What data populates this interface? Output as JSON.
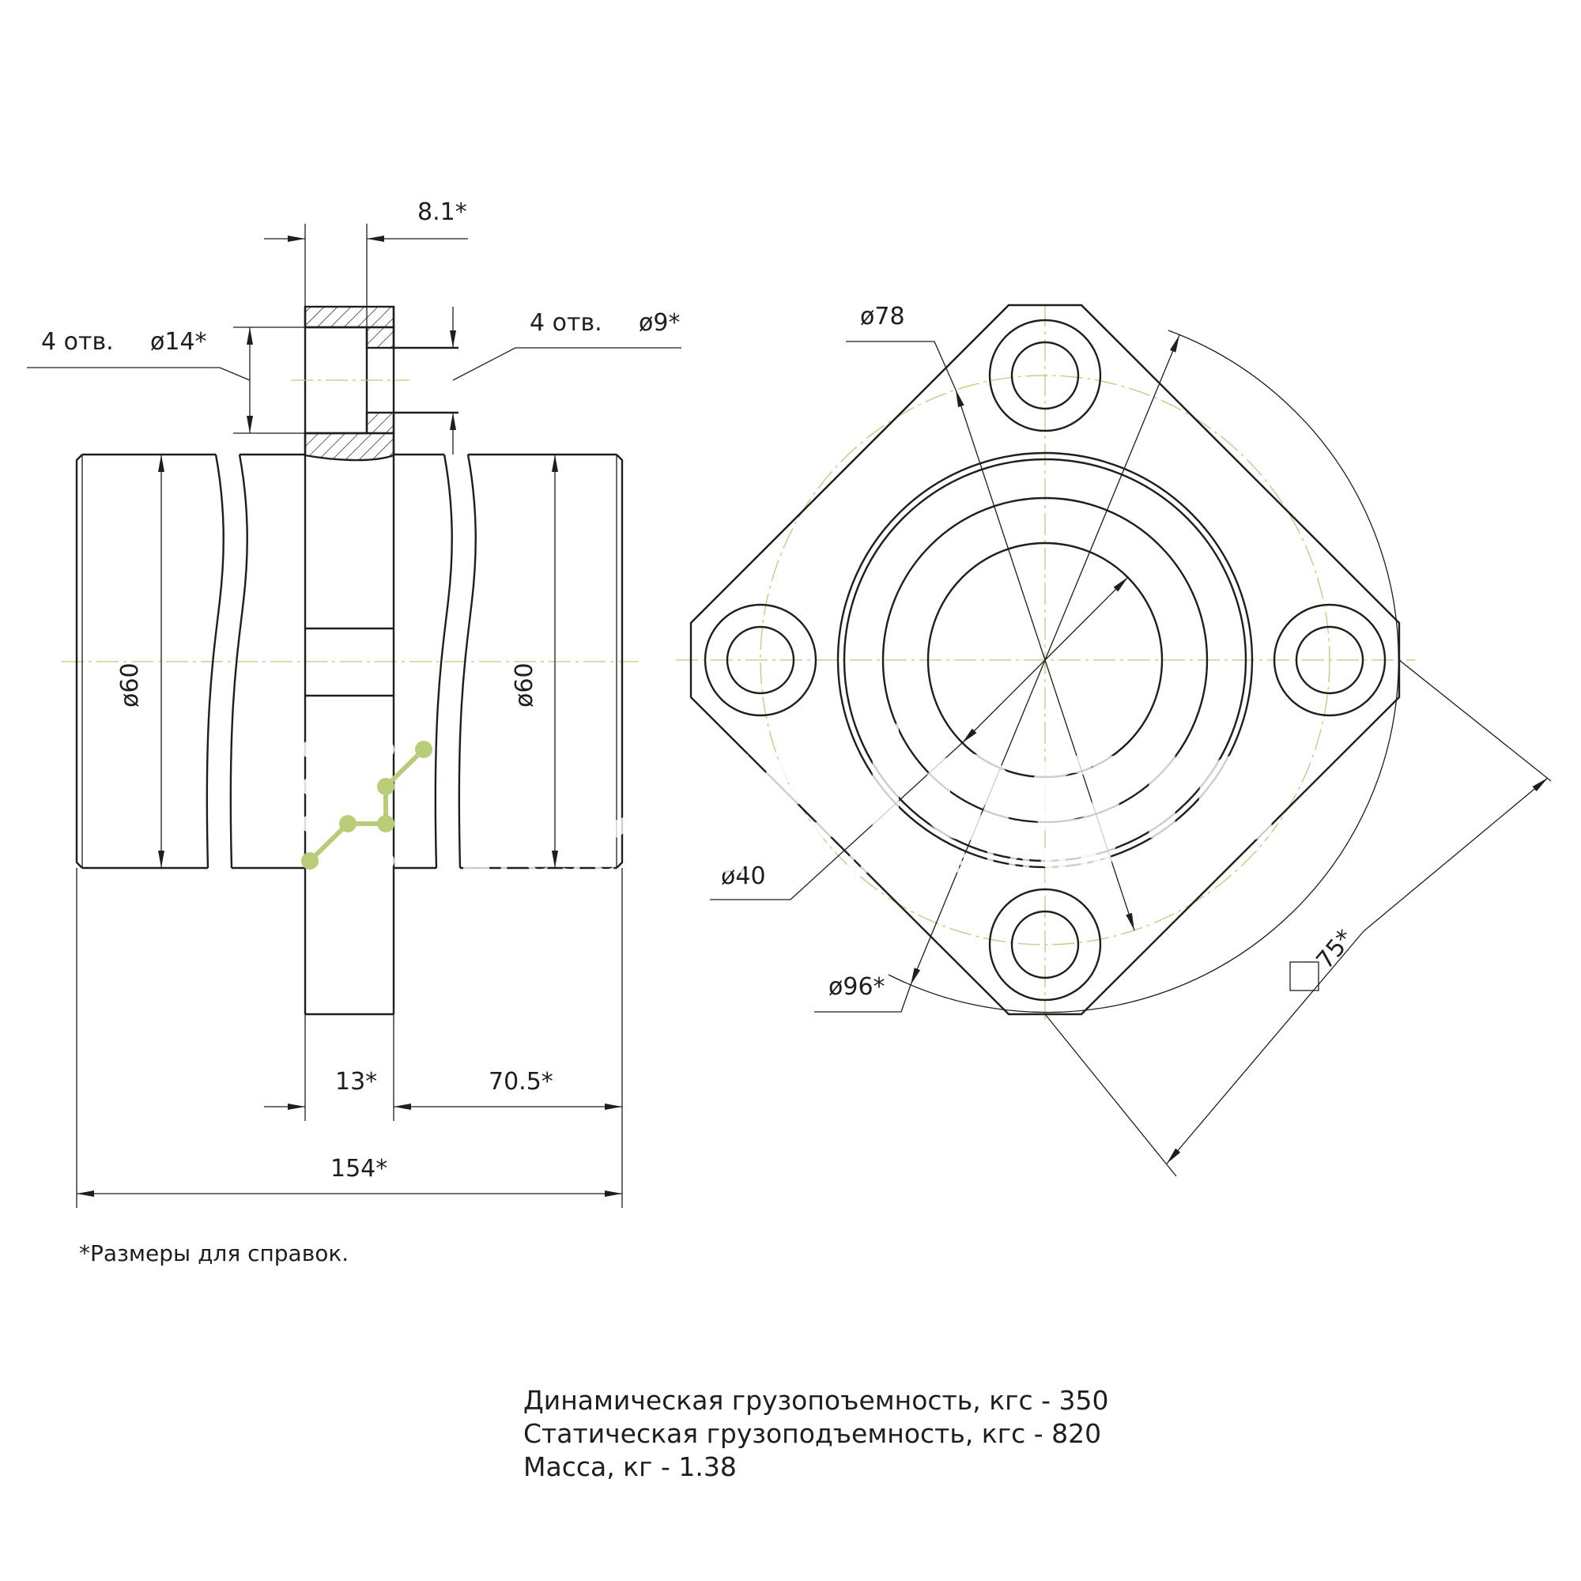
{
  "side_view": {
    "dim_flange_step": "8.1*",
    "label_counterbore_count": "4 отв.",
    "label_counterbore_dia": "ø14*",
    "label_hole_count": "4 отв.",
    "label_hole_dia": "ø9*",
    "dim_body_dia_left": "ø60",
    "dim_body_dia_right": "ø60",
    "dim_flange_width": "13*",
    "dim_right_length": "70.5*",
    "dim_total_length": "154*"
  },
  "front_view": {
    "dim_bolt_circle": "ø78",
    "dim_bore": "ø40",
    "dim_flange_dia": "ø96*",
    "dim_square": "75*"
  },
  "note": "*Размеры для справок.",
  "specs": [
    "Динамическая грузопоъемность, кгс - 350",
    "Статическая грузоподъемность, кгс - 820",
    "Масса, кг - 1.38"
  ],
  "watermark": {
    "brand": "purelogic",
    "tagline": "research & development"
  },
  "colors": {
    "line": "#1e1e1e",
    "centerline": "#b9cc78",
    "logo_green": "#b9cc78"
  }
}
